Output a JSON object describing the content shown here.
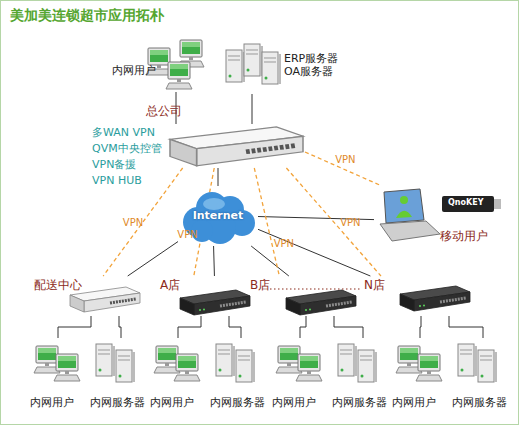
{
  "diagram": {
    "title": "美加美连锁超市应用拓朴",
    "nodes": [
      {
        "text": [
          "内网用户"
        ]
      },
      {
        "text": [
          "ERP服务器 OA服务器"
        ]
      },
      {
        "text": [
          "总公司"
        ]
      },
      {
        "text": [
          "Internet"
        ]
      },
      {
        "text": [
          "QnoKEY",
          "移动用户"
        ]
      },
      {
        "text": [
          "配送中心"
        ]
      },
      {
        "text": [
          "A店"
        ]
      },
      {
        "text": [
          "B店"
        ]
      },
      {
        "text": [
          "N店"
        ]
      },
      {
        "text": [
          "内网用户"
        ]
      },
      {
        "text": [
          "内网服务器"
        ]
      },
      {
        "text": [
          "内网用户"
        ]
      },
      {
        "text": [
          "内网服务器"
        ]
      },
      {
        "text": [
          "内网用户"
        ]
      },
      {
        "text": [
          "内网服务器"
        ]
      },
      {
        "text": [
          "内网用户"
        ]
      },
      {
        "text": [
          "内网服务器"
        ]
      }
    ],
    "edges": [
      {
        "from": 2,
        "to": 0,
        "arrow": "none"
      },
      {
        "from": 2,
        "to": 1,
        "arrow": "none"
      },
      {
        "from": 2,
        "to": 3,
        "arrow": "none"
      },
      {
        "from": 3,
        "to": 5,
        "arrow": "none"
      },
      {
        "from": 3,
        "to": 6,
        "arrow": "none"
      },
      {
        "from": 3,
        "to": 7,
        "arrow": "none"
      },
      {
        "from": 3,
        "to": 8,
        "arrow": "none"
      },
      {
        "from": 3,
        "to": 4,
        "arrow": "none"
      },
      {
        "from": 2,
        "to": 5,
        "label": "VPN",
        "arrow": "none"
      },
      {
        "from": 2,
        "to": 6,
        "label": "VPN",
        "arrow": "none"
      },
      {
        "from": 2,
        "to": 7,
        "label": "VPN",
        "arrow": "none"
      },
      {
        "from": 2,
        "to": 8,
        "label": "VPN",
        "arrow": "none"
      },
      {
        "from": 2,
        "to": 4,
        "label": "VPN",
        "arrow": "none"
      },
      {
        "from": 5,
        "to": 9,
        "arrow": "none"
      },
      {
        "from": 5,
        "to": 10,
        "arrow": "none"
      },
      {
        "from": 6,
        "to": 11,
        "arrow": "none"
      },
      {
        "from": 6,
        "to": 12,
        "arrow": "none"
      },
      {
        "from": 7,
        "to": 13,
        "arrow": "none"
      },
      {
        "from": 7,
        "to": 14,
        "arrow": "none"
      },
      {
        "from": 8,
        "to": 15,
        "arrow": "none"
      },
      {
        "from": 8,
        "to": 16,
        "arrow": "none"
      }
    ],
    "labels": [
      "多WAN VPN",
      "QVM中央控管",
      "VPN备援",
      "VPN HUB"
    ]
  }
}
